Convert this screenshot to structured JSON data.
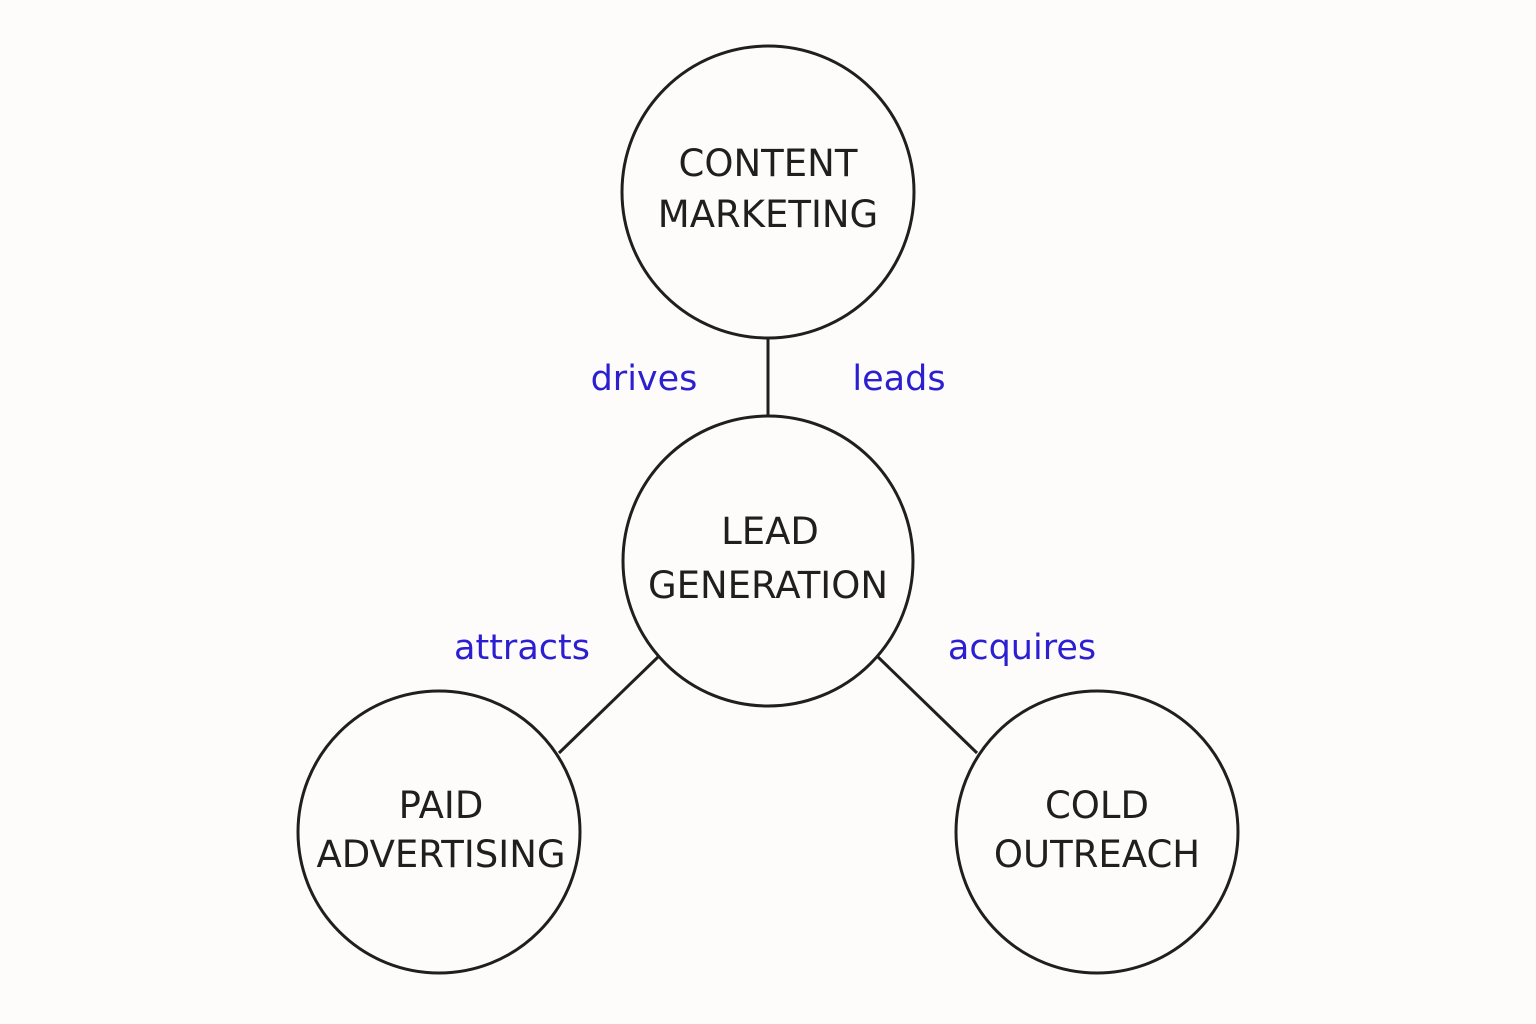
{
  "nodes": {
    "content_marketing": {
      "line1": "CONTENT",
      "line2": "MARKETING"
    },
    "lead_generation": {
      "line1": "LEAD",
      "line2": "GENERATION"
    },
    "paid_advertising": {
      "line1": "PAID",
      "line2": "ADVERTISING"
    },
    "cold_outreach": {
      "line1": "COLD",
      "line2": "OUTREACH"
    }
  },
  "edges": {
    "drives": "drives",
    "leads": "leads",
    "attracts": "attracts",
    "acquires": "acquires"
  },
  "colors": {
    "edge_label": "#2b1fd1",
    "stroke": "#1f1f1f",
    "background": "#fdfcfa"
  }
}
